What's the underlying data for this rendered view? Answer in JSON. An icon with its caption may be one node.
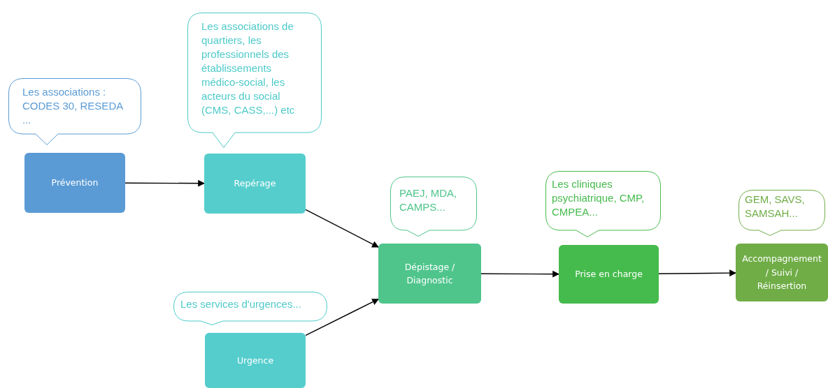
{
  "diagram": {
    "nodes": [
      {
        "text": [
          "Les associations : CODES 30, RESEDA ..."
        ]
      },
      {
        "text": [
          "Les associations de quartiers, les professionnels des établissements médico-social, les acteurs du social (CMS, CASS,...) etc"
        ]
      },
      {
        "text": [
          "Prévention"
        ]
      },
      {
        "text": [
          "Repérage"
        ]
      },
      {
        "text": [
          "PAEJ, MDA, CAMPS..."
        ]
      },
      {
        "text": [
          "Les cliniques psychiatrique, CMP, CMPEA..."
        ]
      },
      {
        "text": [
          "GEM, SAVS, SAMSAH..."
        ]
      },
      {
        "text": [
          "Dépistage / Diagnostic"
        ]
      },
      {
        "text": [
          "Prise en charge"
        ]
      },
      {
        "text": [
          "Accompagnement / Suivi / Réinsertion"
        ]
      },
      {
        "text": [
          "Les services d'urgences..."
        ]
      },
      {
        "text": [
          "Urgence"
        ]
      }
    ],
    "edges": [
      {
        "from": 2,
        "to": 3,
        "arrow": "to"
      },
      {
        "from": 3,
        "to": 7,
        "arrow": "to"
      },
      {
        "from": 11,
        "to": 7,
        "arrow": "to"
      },
      {
        "from": 7,
        "to": 8,
        "arrow": "to"
      },
      {
        "from": 8,
        "to": 9,
        "arrow": "to"
      }
    ]
  }
}
